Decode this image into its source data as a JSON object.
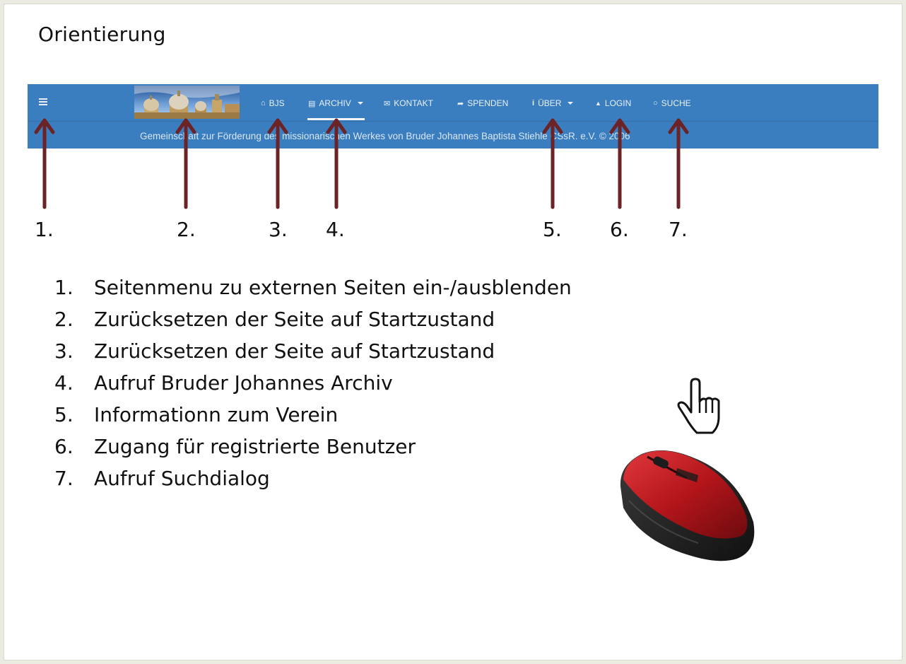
{
  "slide": {
    "title": "Orientierung"
  },
  "navbar": {
    "menu_icon": "hamburger-icon",
    "items": [
      {
        "icon": "home-icon",
        "glyph": "⌂",
        "label": "BJS"
      },
      {
        "icon": "book-icon",
        "glyph": "▤",
        "label": "ARCHIV"
      },
      {
        "icon": "paperclip-icon",
        "glyph": "✉",
        "label": "KONTAKT"
      },
      {
        "icon": "share-icon",
        "glyph": "➦",
        "label": "SPENDEN"
      },
      {
        "icon": "info-icon",
        "glyph": "i",
        "label": "ÜBER"
      },
      {
        "icon": "user-icon",
        "glyph": "▲",
        "label": "LOGIN"
      },
      {
        "icon": "search-icon",
        "glyph": "○",
        "label": "SUCHE"
      }
    ],
    "footer": "Gemeinschaft zur Förderung des missionarischen Werkes von Bruder Johannes Baptista Stiehle CSsR. e.V.   © 2006"
  },
  "markers": [
    "1.",
    "2.",
    "3.",
    "4.",
    "5.",
    "6.",
    "7."
  ],
  "descriptions": [
    {
      "num": "1.",
      "text": "Seitenmenu zu externen Seiten ein-/ausblenden"
    },
    {
      "num": "2.",
      "text": "Zurücksetzen der Seite auf Startzustand"
    },
    {
      "num": "3.",
      "text": "Zurücksetzen der Seite auf Startzustand"
    },
    {
      "num": "4.",
      "text": "Aufruf Bruder Johannes Archiv"
    },
    {
      "num": "5.",
      "text": "Informationn zum Verein"
    },
    {
      "num": "6.",
      "text": "Zugang für registrierte Benutzer"
    },
    {
      "num": "7.",
      "text": "Aufruf Suchdialog"
    }
  ],
  "colors": {
    "navbar": "#3a7ebf",
    "arrow": "#6b2326",
    "mouse_red": "#b3151a"
  }
}
